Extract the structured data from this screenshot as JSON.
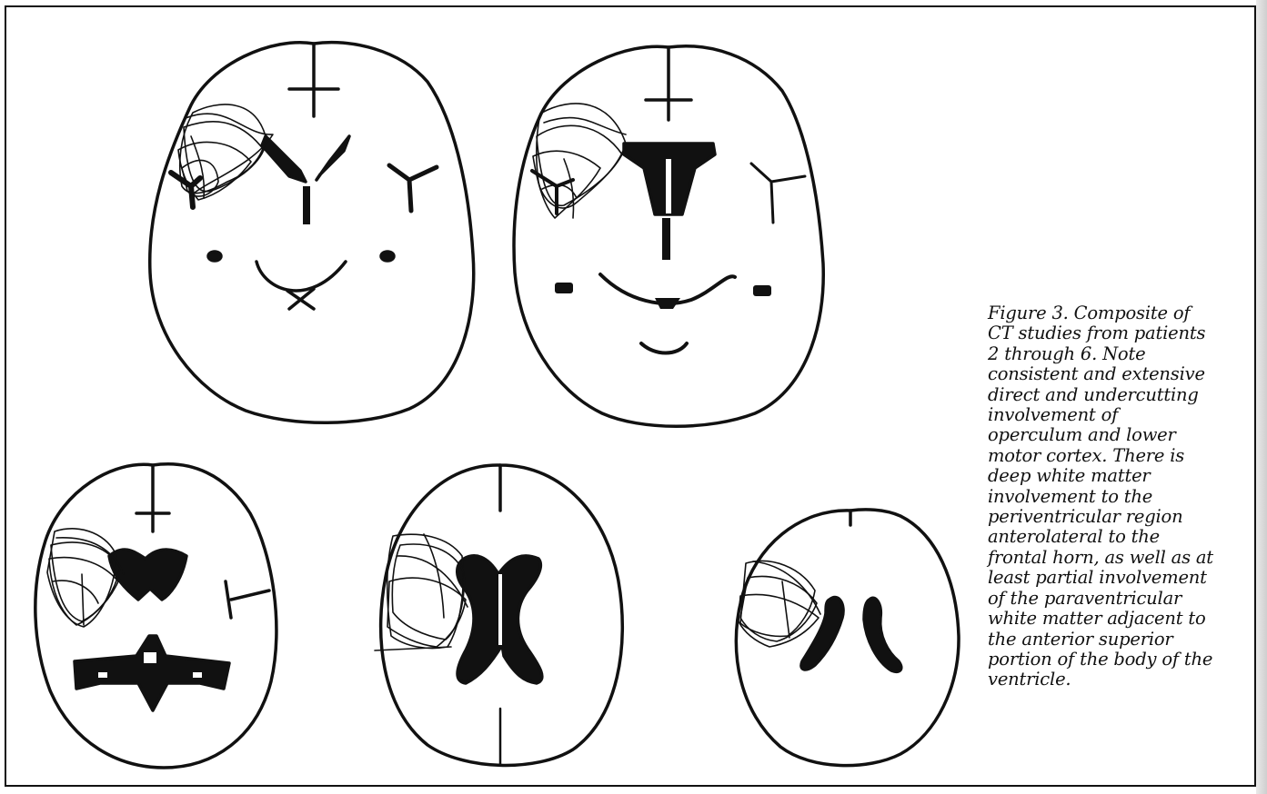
{
  "figure": {
    "caption_lines": [
      "Figure 3. Composite of",
      "CT studies from patients",
      "2 through 6. Note",
      "consistent and extensive",
      "direct and undercutting",
      "involvement of",
      "operculum and lower",
      "motor cortex. There is",
      "deep white matter",
      "involvement to the",
      "periventricular region",
      "anterolateral to the",
      "frontal horn, as well as at",
      "least partial involvement",
      "of the paraventricular",
      "white matter adjacent to",
      "the anterior superior",
      "portion of the body of the",
      "ventricle."
    ],
    "panel_count": 5
  },
  "colors": {
    "ink": "#111111",
    "paper": "#ffffff"
  }
}
